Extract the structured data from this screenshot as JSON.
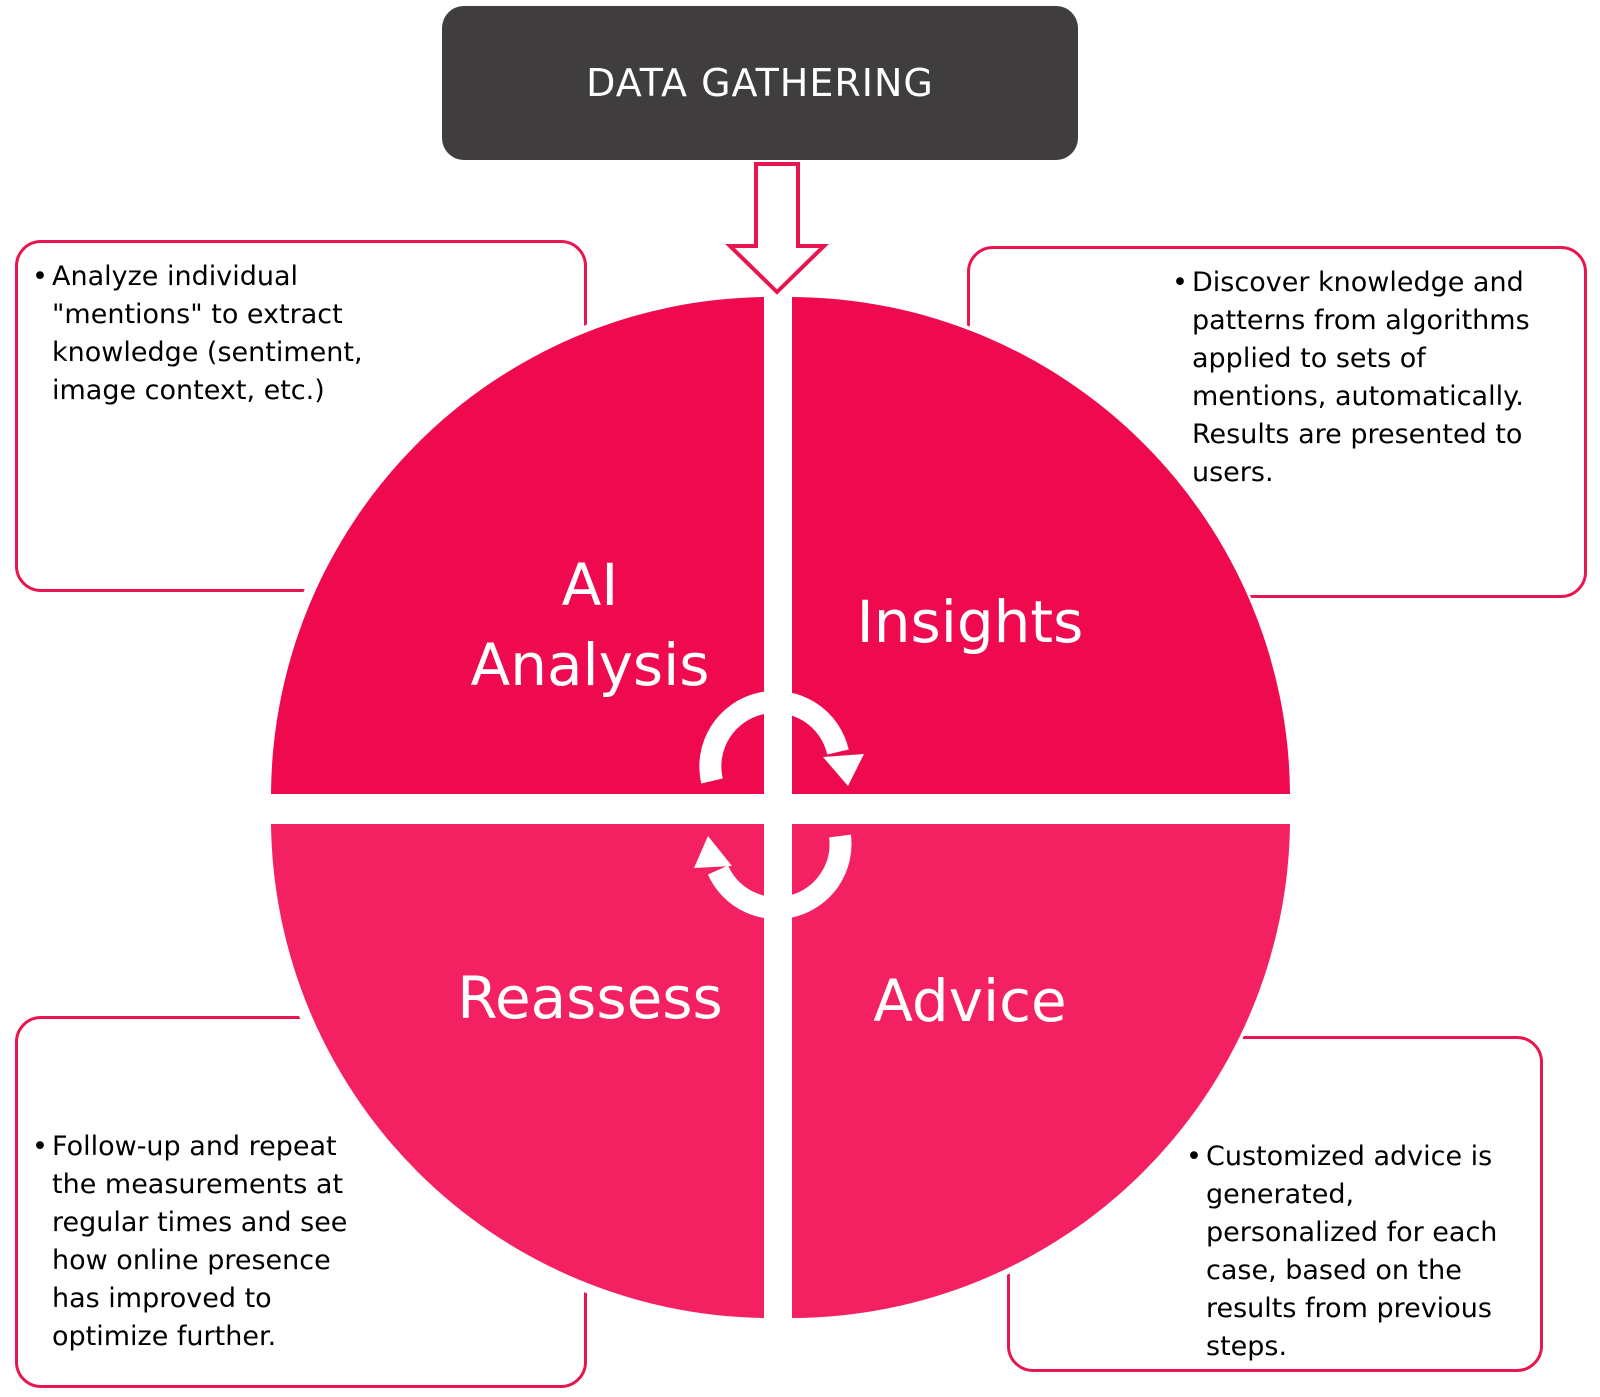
{
  "header": {
    "title": "DATA GATHERING"
  },
  "colors": {
    "header_bg": "#3f3d3e",
    "quadrant_top": "#ef0a4f",
    "quadrant_bottom": "#f32062",
    "outline": "#e8164f",
    "cycle_arrows": "#ffffff"
  },
  "quadrants": {
    "top_left": {
      "label_line1": "AI",
      "label_line2": "Analysis"
    },
    "top_right": {
      "label": "Insights"
    },
    "bottom_left": {
      "label": "Reassess"
    },
    "bottom_right": {
      "label": "Advice"
    }
  },
  "callouts": {
    "top_left": {
      "bullet": "•",
      "text": "Analyze individual \"mentions\" to extract knowledge (sentiment, image context, etc.)"
    },
    "top_right": {
      "bullet": "•",
      "text": "Discover knowledge and patterns from algorithms applied to sets of mentions, automatically. Results are presented to users."
    },
    "bottom_left": {
      "bullet": "•",
      "text": "Follow-up and repeat the measurements at regular times and see how online presence has improved to optimize further."
    },
    "bottom_right": {
      "bullet": "•",
      "text": "Customized advice is generated, personalized for each case, based on the results from previous steps."
    }
  },
  "icons": {
    "down_arrow": "down-arrow-icon",
    "cycle": "cycle-arrows-icon"
  }
}
